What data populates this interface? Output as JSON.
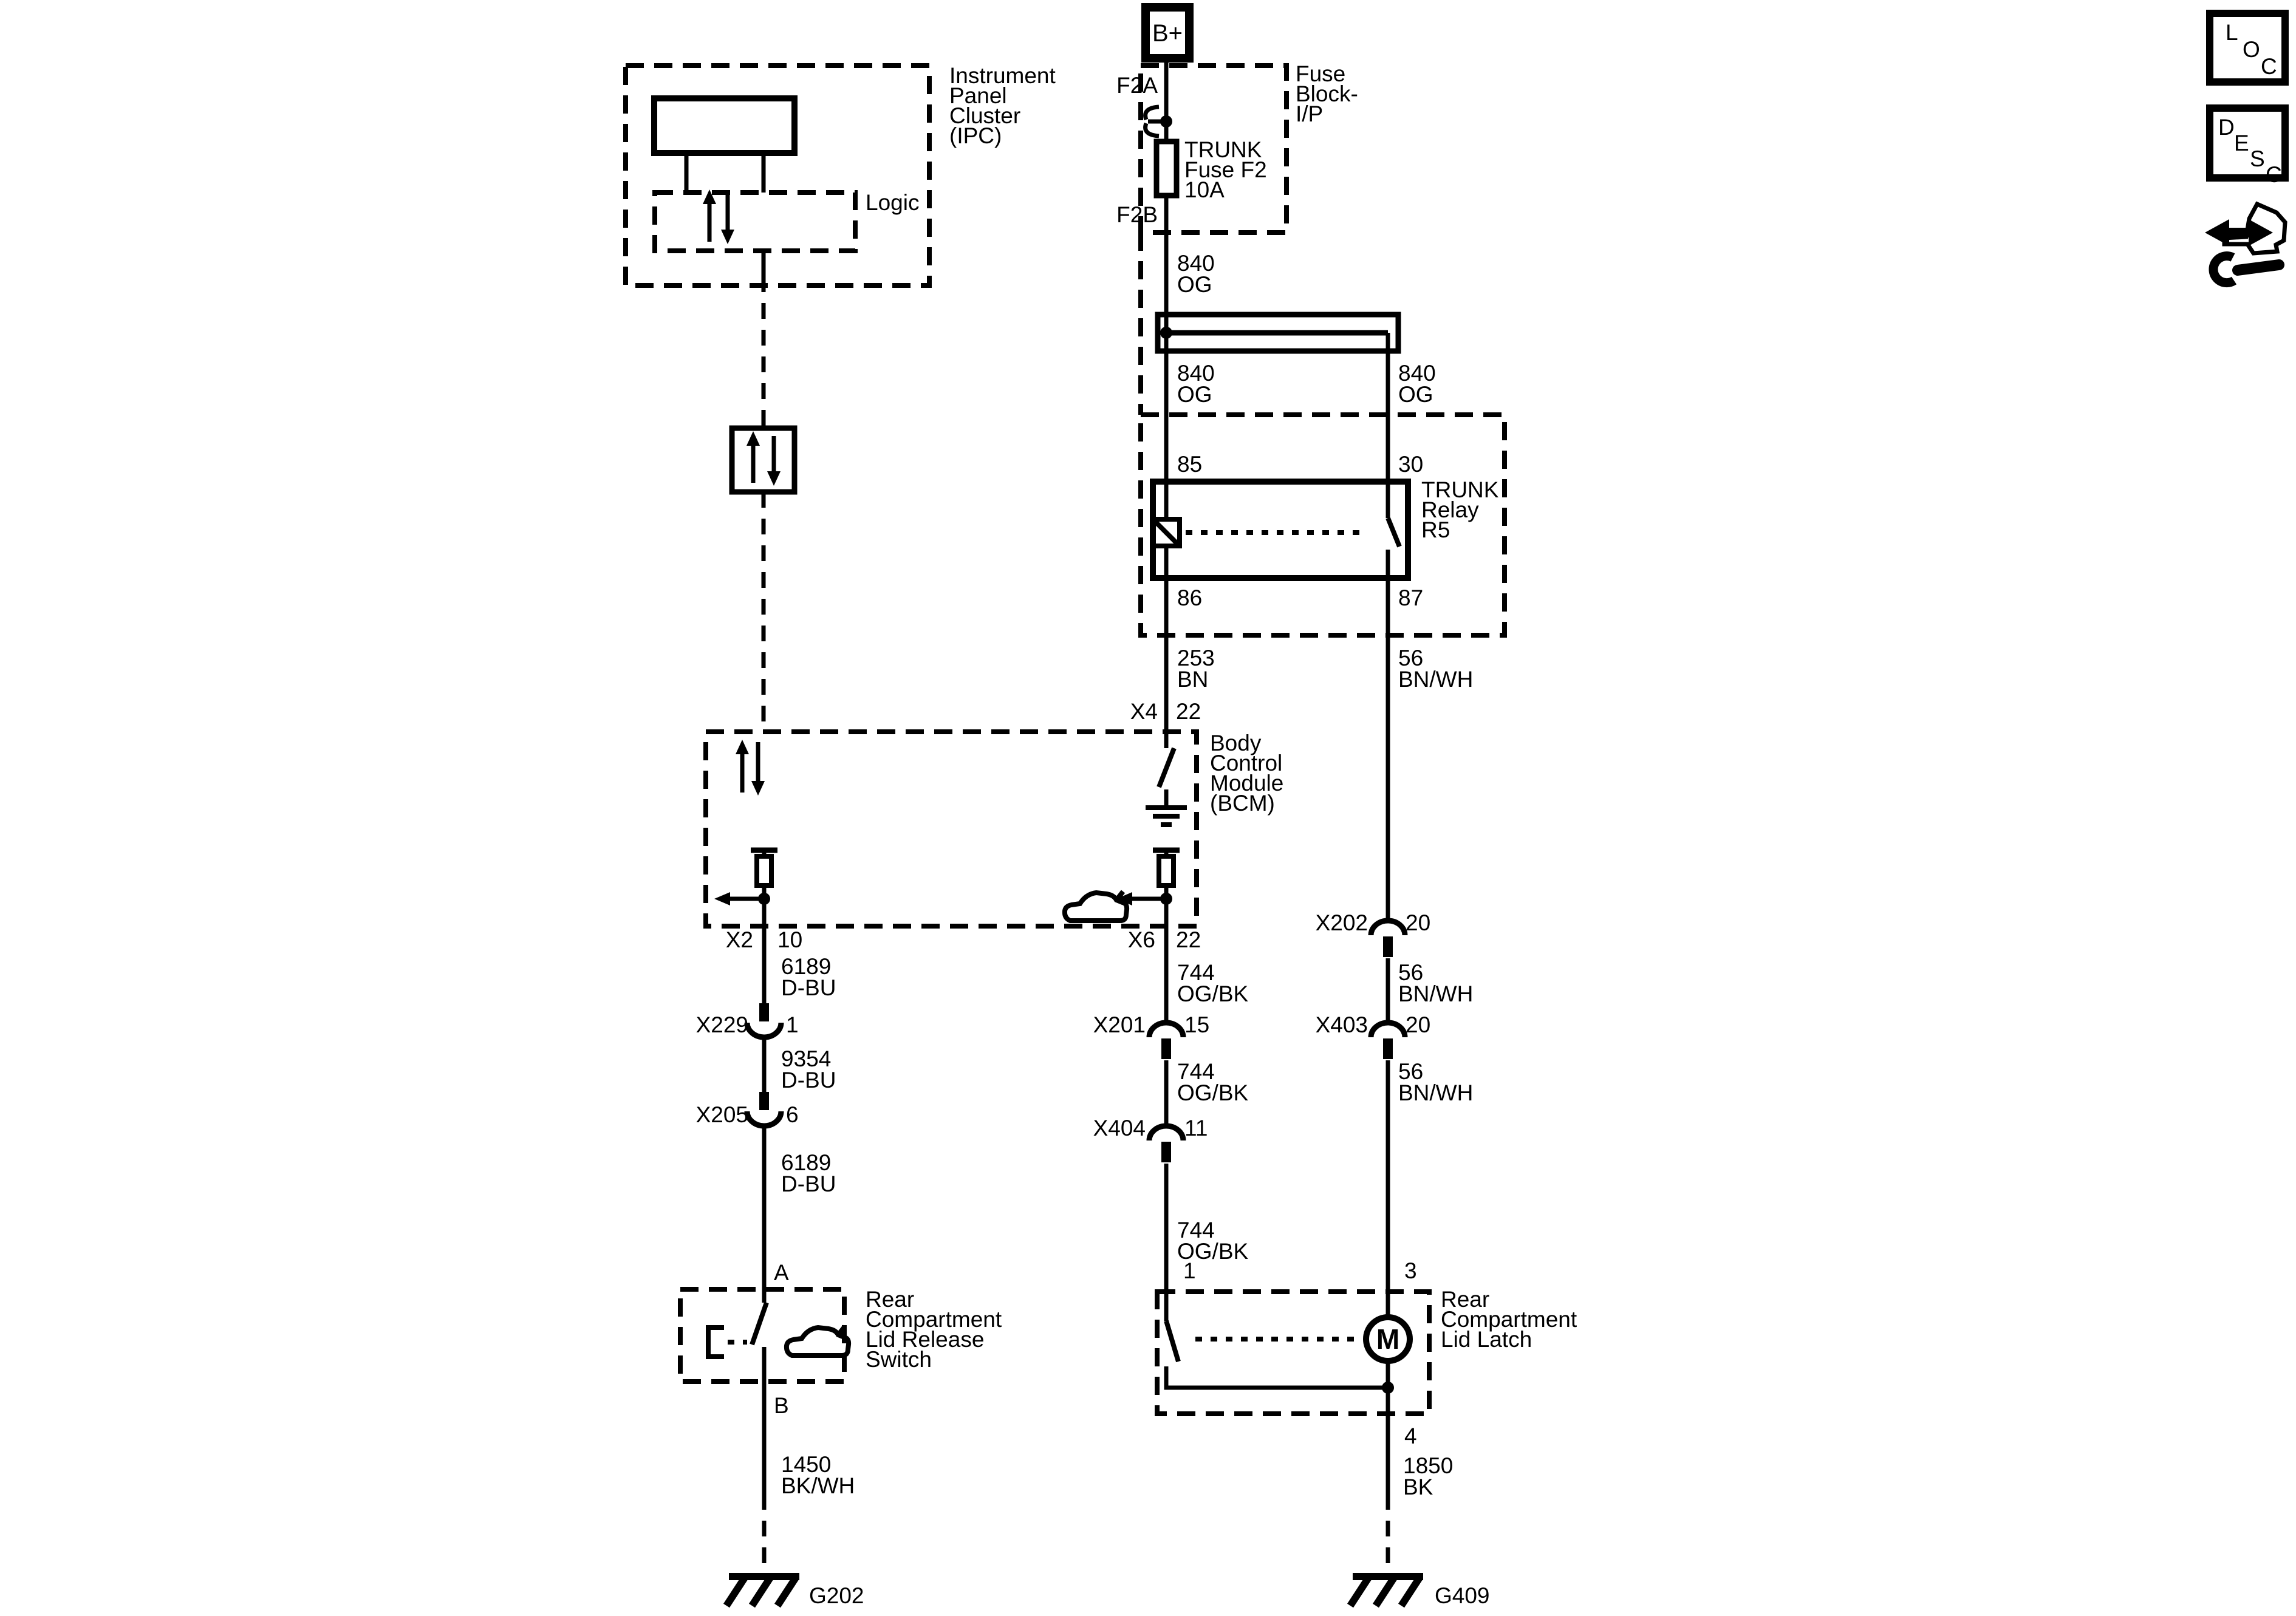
{
  "diagram": {
    "ipc": {
      "label": [
        "Instrument",
        "Panel",
        "Cluster",
        "(IPC)"
      ],
      "logic_label": "Logic"
    },
    "power": {
      "label": "B+"
    },
    "fuse_block": {
      "label": [
        "Fuse",
        "Block-",
        "I/P"
      ],
      "pin_in": "F2A",
      "pin_out": "F2B",
      "fuse_label": [
        "TRUNK",
        "Fuse F2",
        "10A"
      ]
    },
    "relay": {
      "label": [
        "TRUNK",
        "Relay",
        "R5"
      ],
      "pin85": "85",
      "pin30": "30",
      "pin86": "86",
      "pin87": "87"
    },
    "bcm": {
      "label": [
        "Body",
        "Control",
        "Module",
        "(BCM)"
      ],
      "conn_x4": {
        "name": "X4",
        "pin": "22"
      },
      "conn_x2": {
        "name": "X2",
        "pin": "10"
      },
      "conn_x6": {
        "name": "X6",
        "pin": "22"
      }
    },
    "release_switch": {
      "label": [
        "Rear",
        "Compartment",
        "Lid Release",
        "Switch"
      ],
      "pin_a": "A",
      "pin_b": "B"
    },
    "lid_latch": {
      "label": [
        "Rear",
        "Compartment",
        "Lid Latch"
      ],
      "pin1": "1",
      "pin3": "3",
      "pin4": "4",
      "motor": "M"
    },
    "inline_connectors": {
      "x229": {
        "name": "X229",
        "pin": "1"
      },
      "x205": {
        "name": "X205",
        "pin": "6"
      },
      "x201": {
        "name": "X201",
        "pin": "15"
      },
      "x404": {
        "name": "X404",
        "pin": "11"
      },
      "x202": {
        "name": "X202",
        "pin": "20"
      },
      "x403": {
        "name": "X403",
        "pin": "20"
      }
    },
    "wires": {
      "fuse_out": [
        "840",
        "OG"
      ],
      "splice_left": [
        "840",
        "OG"
      ],
      "splice_right": [
        "840",
        "OG"
      ],
      "coil_out": [
        "253",
        "BN"
      ],
      "sw_out": [
        "56",
        "BN/WH"
      ],
      "bnwh2": [
        "56",
        "BN/WH"
      ],
      "bnwh3": [
        "56",
        "BN/WH"
      ],
      "dbu1": [
        "6189",
        "D-BU"
      ],
      "dbu2": [
        "9354",
        "D-BU"
      ],
      "dbu3": [
        "6189",
        "D-BU"
      ],
      "ogbk1": [
        "744",
        "OG/BK"
      ],
      "ogbk2": [
        "744",
        "OG/BK"
      ],
      "ogbk3": [
        "744",
        "OG/BK"
      ],
      "sw_gnd": [
        "1450",
        "BK/WH"
      ],
      "latch_gnd": [
        "1850",
        "BK"
      ]
    },
    "grounds": {
      "g202": "G202",
      "g409": "G409"
    },
    "corner": {
      "loc": [
        "L",
        "O",
        "C"
      ],
      "desc": [
        "D",
        "E",
        "S",
        "C"
      ]
    }
  }
}
